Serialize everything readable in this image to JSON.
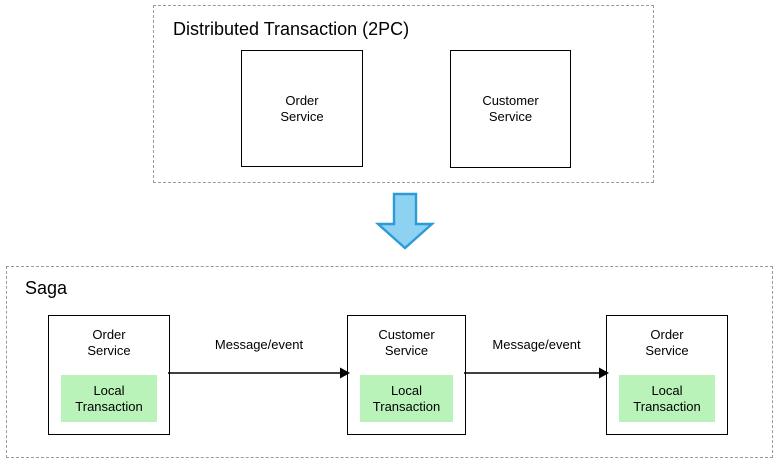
{
  "diagram": {
    "background_color": "#ffffff",
    "stroke_color": "#000000",
    "dash_color": "#9a9a9a",
    "highlight_color": "#b9f3b9",
    "arrow_fill": "#8ed2f2",
    "arrow_stroke": "#2e9bd6",
    "groups": [
      {
        "id": "distributed-transaction",
        "title": "Distributed Transaction (2PC)",
        "boxes": [
          {
            "id": "order",
            "label": "Order\nService"
          },
          {
            "id": "customer",
            "label": "Customer\nService"
          }
        ]
      },
      {
        "id": "saga",
        "title": "Saga",
        "boxes": [
          {
            "id": "saga-order-1",
            "title": "Order\nService",
            "inner": "Local\nTransaction"
          },
          {
            "id": "saga-customer",
            "title": "Customer\nService",
            "inner": "Local\nTransaction"
          },
          {
            "id": "saga-order-2",
            "title": "Order\nService",
            "inner": "Local\nTransaction"
          }
        ],
        "connectors": [
          {
            "id": "connector-1",
            "label": "Message/event",
            "from": "saga-order-1",
            "to": "saga-customer"
          },
          {
            "id": "connector-2",
            "label": "Message/event",
            "from": "saga-customer",
            "to": "saga-order-2"
          }
        ]
      }
    ],
    "transition_arrow": {
      "id": "down-arrow",
      "direction": "down",
      "icon": "arrow-down-icon"
    }
  }
}
